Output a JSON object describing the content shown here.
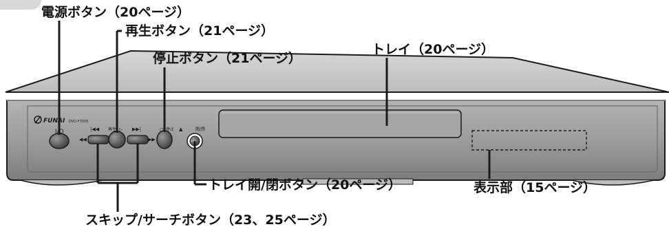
{
  "brand": "FUNAI",
  "model": "DVD-F7005",
  "callouts": {
    "power": "電源ボタン（20ページ）",
    "play": "再生ボタン（21ページ）",
    "stop": "停止ボタン（21ページ）",
    "tray": "トレイ（20ページ）",
    "open_close": "トレイ開/閉ボタン（20ページ）",
    "display": "表示部（15ページ）",
    "skip_search": "スキップ/サーチボタン（23、25ページ）"
  },
  "panel_labels": {
    "play": "再生",
    "stop": "停止",
    "open_close": "開/閉"
  },
  "colors": {
    "body": "#c9c9c9",
    "front": "#8f8f8f",
    "outline": "#1a1a1a"
  }
}
